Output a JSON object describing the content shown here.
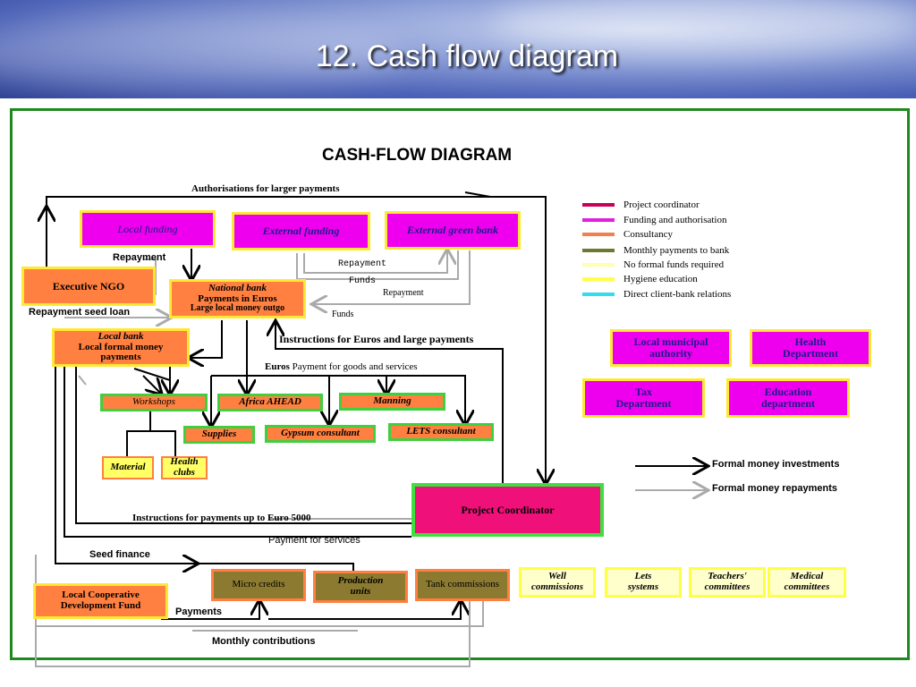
{
  "slide_title": "12. Cash flow diagram",
  "diagram_title": "CASH-FLOW DIAGRAM",
  "legend": [
    {
      "label": "Project coordinator",
      "color": "#c8005a"
    },
    {
      "label": "Funding and authorisation",
      "color": "#e020e0"
    },
    {
      "label": "Consultancy",
      "color": "#f08050"
    },
    {
      "label": "Monthly payments to bank",
      "color": "#6b7a30"
    },
    {
      "label": "No formal funds required",
      "color": "#ffffb0"
    },
    {
      "label": "Hygiene education",
      "color": "#ffff44"
    },
    {
      "label": "Direct client-bank relations",
      "color": "#33ddee"
    }
  ],
  "flow_legend": {
    "investments": "Formal money investments",
    "repayments": "Formal money repayments"
  },
  "nodes": {
    "local_funding": "Local funding",
    "external_funding": "External funding",
    "external_green_bank": "External green bank",
    "executive_ngo": "Executive NGO",
    "national_bank_l1": "National bank",
    "national_bank_l2": "Payments in Euros",
    "national_bank_l3": "Large local money outgo",
    "local_bank_l1": "Local bank",
    "local_bank_l2": "Local formal money",
    "local_bank_l3": "payments",
    "workshops": "Workshops",
    "africa_ahead": "Africa AHEAD",
    "manning": "Manning",
    "supplies": "Supplies",
    "gypsum_consultant": "Gypsum consultant",
    "lets_consultant": "LETS consultant",
    "material": "Material",
    "health_clubs_l1": "Health",
    "health_clubs_l2": "clubs",
    "project_coordinator": "Project Coordinator",
    "local_municipal_l1": "Local municipal",
    "local_municipal_l2": "authority",
    "health_dept_l1": "Health",
    "health_dept_l2": "Department",
    "tax_dept_l1": "Tax",
    "tax_dept_l2": "Department",
    "education_dept_l1": "Education",
    "education_dept_l2": "department",
    "lcdf_l1": "Local Cooperative",
    "lcdf_l2": "Development Fund",
    "micro_credits": "Micro credits",
    "production_units_l1": "Production",
    "production_units_l2": "units",
    "tank_commissions": "Tank commissions",
    "well_commissions_l1": "Well",
    "well_commissions_l2": "commissions",
    "lets_systems_l1": "Lets",
    "lets_systems_l2": "systems",
    "teachers_committees_l1": "Teachers'",
    "teachers_committees_l2": "committees",
    "medical_committees_l1": "Medical",
    "medical_committees_l2": "committees"
  },
  "labels": {
    "authorisations": "Authorisations for larger payments",
    "repayment_left": "Repayment",
    "repayment_mid": "Repayment",
    "repayment_right": "Repayment",
    "funds_mid": "Funds",
    "funds_low": "Funds",
    "repayment_seed_loan": "Repayment seed loan",
    "instructions_euros": "Instructions for Euros and large payments",
    "euros_bold": "Euros",
    "payment_goods": "Payment for goods and services",
    "instructions_5000": "Instructions for payments up to Euro 5000",
    "payment_services": "Payment for services",
    "seed_finance": "Seed finance",
    "payments": "Payments",
    "monthly_contributions": "Monthly contributions"
  }
}
